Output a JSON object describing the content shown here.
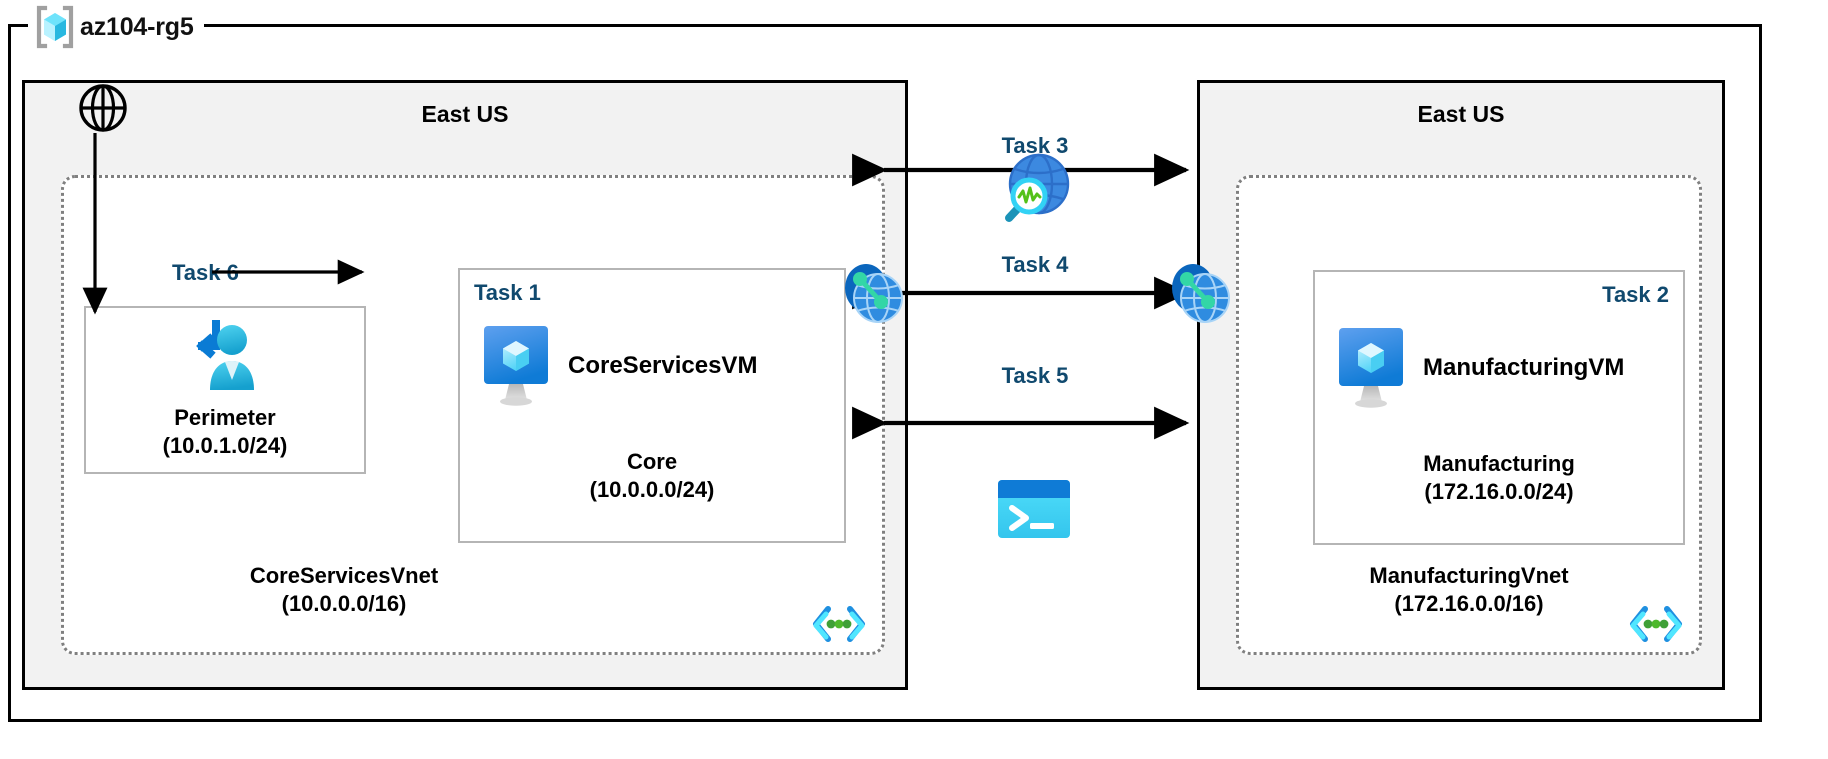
{
  "resource_group": {
    "name": "az104-rg5",
    "icon": "azure-resource-group-icon"
  },
  "regions": [
    {
      "id": "left",
      "title": "East US",
      "vnet": {
        "name": "CoreServicesVnet",
        "cidr": "(10.0.0.0/16)",
        "icon": "subnet-code-brackets-icon"
      },
      "internet_icon": "globe-icon",
      "subnets": [
        {
          "id": "perimeter",
          "task": "Task 6",
          "name": "Perimeter",
          "cidr": "(10.0.1.0/24)",
          "icon": "user-connect-icon"
        },
        {
          "id": "core",
          "task": "Task 1",
          "name": "Core",
          "cidr": "(10.0.0.0/24)",
          "vm": {
            "name": "CoreServicesVM",
            "icon": "virtual-machine-icon"
          }
        }
      ]
    },
    {
      "id": "right",
      "title": "East US",
      "vnet": {
        "name": "ManufacturingVnet",
        "cidr": "(172.16.0.0/16)",
        "icon": "subnet-code-brackets-icon"
      },
      "subnets": [
        {
          "id": "manufacturing",
          "task": "Task 2",
          "name": "Manufacturing",
          "cidr": "(172.16.0.0/24)",
          "vm": {
            "name": "ManufacturingVM",
            "icon": "virtual-machine-icon"
          }
        }
      ]
    }
  ],
  "connections": [
    {
      "id": "task3",
      "label": "Task 3",
      "icon": "network-watcher-icon",
      "arrow": "bidirectional"
    },
    {
      "id": "task4",
      "label": "Task 4",
      "icon": "vnet-peering-icon",
      "arrow": "bidirectional"
    },
    {
      "id": "task5",
      "label": "Task 5",
      "icon": "cloud-shell-icon",
      "arrow": "bidirectional"
    }
  ],
  "peering_endpoints": [
    {
      "id": "peering-left",
      "icon": "vnet-peering-icon"
    },
    {
      "id": "peering-right",
      "icon": "vnet-peering-icon"
    }
  ],
  "colors": {
    "task_label": "#10496e",
    "region_fill": "#f2f2f2",
    "frame_stroke": "#000000",
    "vnet_stroke": "#808080",
    "subnet_stroke": "#b5b5b5",
    "azure_blue": "#0078d4",
    "cyan": "#50e6ff",
    "green": "#3fa037"
  }
}
